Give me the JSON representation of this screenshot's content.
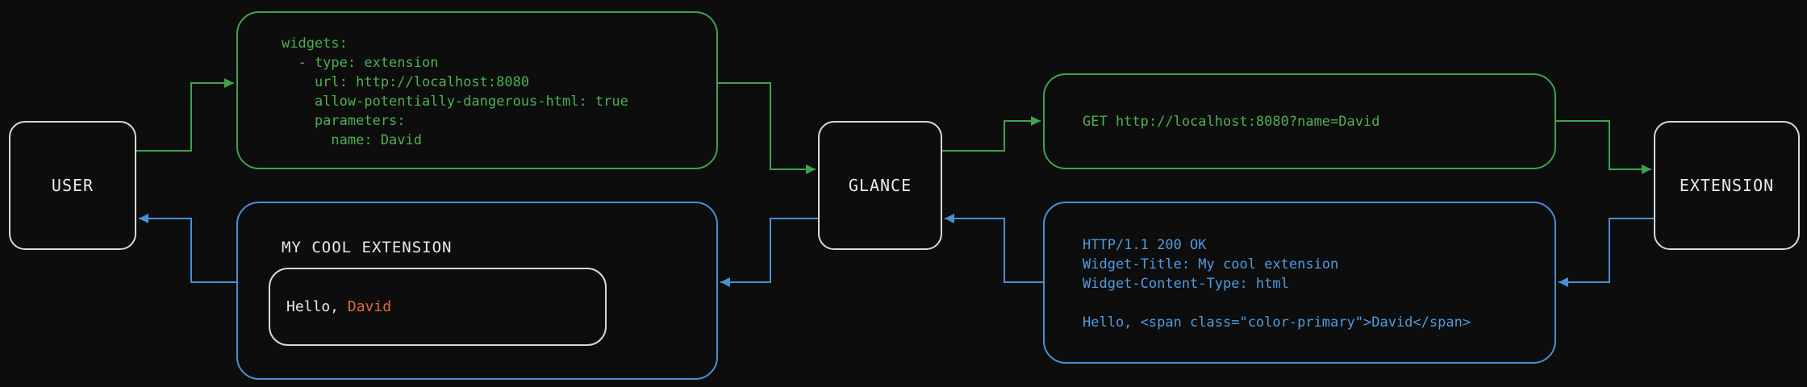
{
  "colors": {
    "background": "#0d0d0d",
    "node_border": "#d8d8d8",
    "node_text": "#eaeaea",
    "green": "#3fa34d",
    "green_text": "#4cb052",
    "blue": "#4a8fd6",
    "blue_text": "#4f9ce0",
    "orange": "#e4693a",
    "white_text": "#e8e8e8"
  },
  "nodes": {
    "user": {
      "label": "USER"
    },
    "glance": {
      "label": "GLANCE"
    },
    "extension": {
      "label": "EXTENSION"
    }
  },
  "config_request": {
    "lines": [
      "widgets:",
      "  - type: extension",
      "    url: http://localhost:8080",
      "    allow-potentially-dangerous-html: true",
      "    parameters:",
      "      name: David"
    ]
  },
  "http_request": {
    "text": "GET http://localhost:8080?name=David"
  },
  "http_response": {
    "lines": [
      "HTTP/1.1 200 OK",
      "Widget-Title: My cool extension",
      "Widget-Content-Type: html",
      "",
      "Hello, <span class=\"color-primary\">David</span>"
    ]
  },
  "rendered_widget": {
    "title": "MY COOL EXTENSION",
    "greeting_prefix": "Hello, ",
    "greeting_name": "David"
  }
}
